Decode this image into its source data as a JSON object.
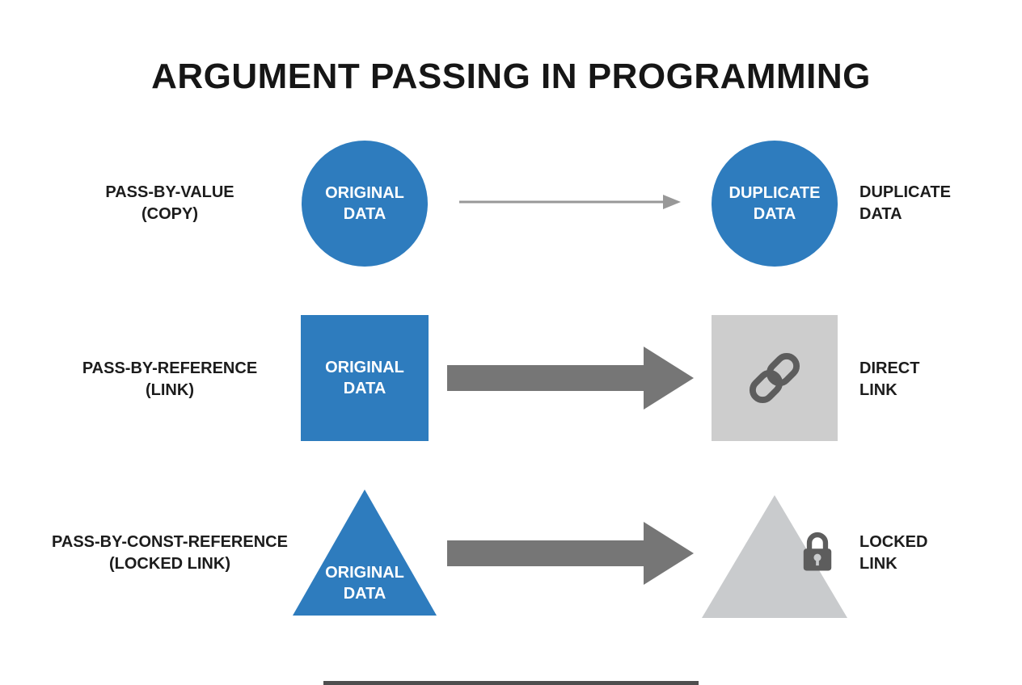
{
  "title": "ARGUMENT PASSING IN PROGRAMMING",
  "colors": {
    "blue": "#2E7CBE",
    "thin_arrow": "#989898",
    "thick_arrow": "#767676",
    "panel_gray": "#CDCDCD",
    "shape_gray": "#C9CBCD",
    "icon_gray": "#5D5D5D",
    "text_dark": "#1C1C1C"
  },
  "rows": [
    {
      "method_line1": "PASS-BY-VALUE",
      "method_line2": "(COPY)",
      "source_shape": "circle",
      "source_line1": "ORIGINAL",
      "source_line2": "DATA",
      "arrow_style": "thin",
      "target_shape": "circle",
      "target_line1": "DUPLICATE",
      "target_line2": "DATA",
      "result_line1": "DUPLICATE",
      "result_line2": "DATA"
    },
    {
      "method_line1": "PASS-BY-REFERENCE",
      "method_line2": "(LINK)",
      "source_shape": "square",
      "source_line1": "ORIGINAL",
      "source_line2": "DATA",
      "arrow_style": "thick",
      "target_shape": "square",
      "target_icon": "chain-link-icon",
      "result_line1": "DIRECT",
      "result_line2": "LINK"
    },
    {
      "method_line1": "PASS-BY-CONST-REFERENCE",
      "method_line2": "(LOCKED LINK)",
      "source_shape": "triangle",
      "source_line1": "ORIGINAL",
      "source_line2": "DATA",
      "arrow_style": "thick",
      "target_shape": "triangle",
      "target_icon": "lock-icon",
      "result_line1": "LOCKED",
      "result_line2": "LINK"
    }
  ]
}
